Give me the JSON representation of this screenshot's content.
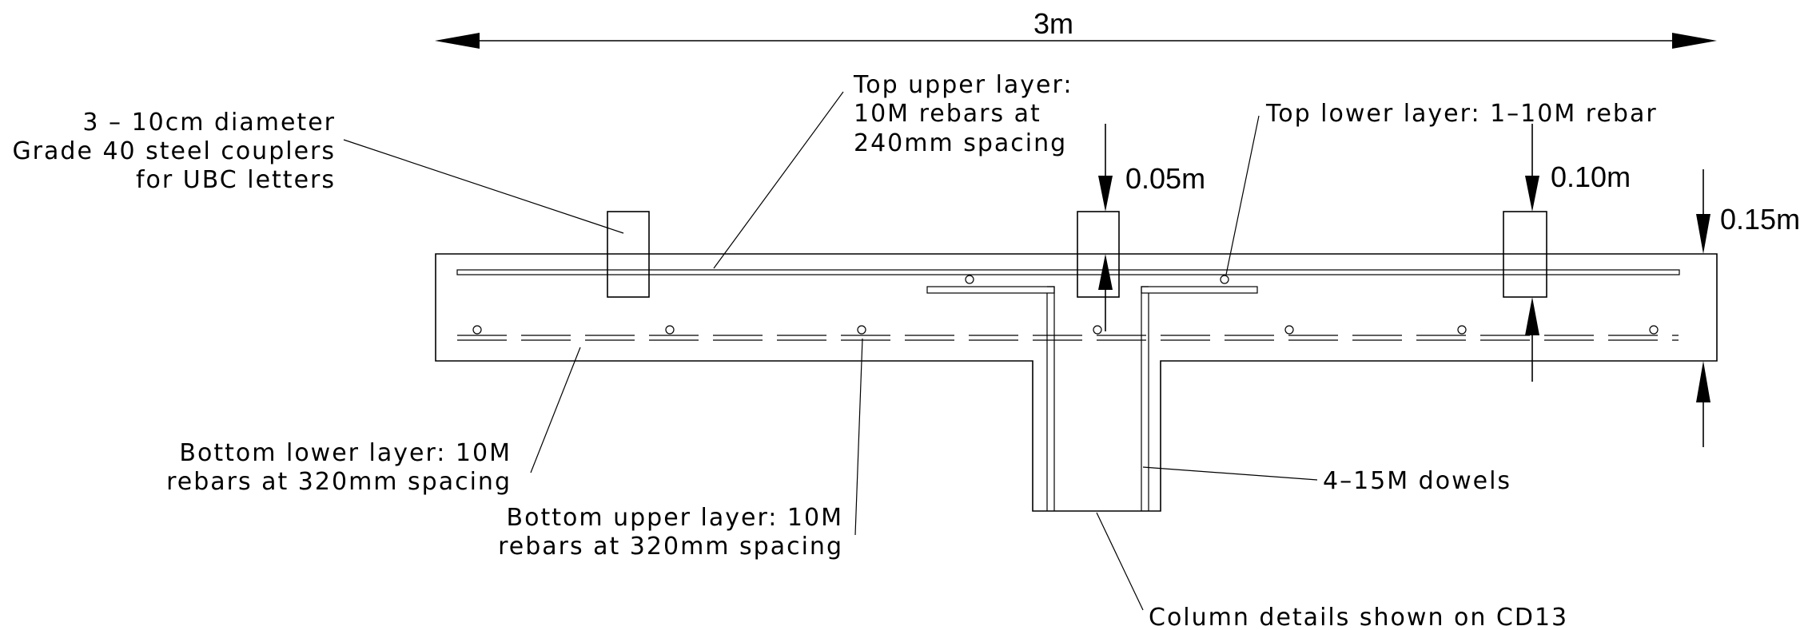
{
  "dimensions": {
    "overall_width": "3m",
    "top_upper_cover": "0.05m",
    "top_lower_cover": "0.10m",
    "slab_thickness": "0.15m"
  },
  "annotations": {
    "couplers": [
      "3 – 10cm diameter",
      "Grade 40 steel couplers",
      "for UBC letters"
    ],
    "top_upper_layer": [
      "Top upper layer:",
      "10M rebars at",
      "240mm spacing"
    ],
    "top_lower_layer": [
      "Top lower layer: 1–10M rebar"
    ],
    "bottom_lower_layer": [
      "Bottom lower layer: 10M",
      "rebars at 320mm spacing"
    ],
    "bottom_upper_layer": [
      "Bottom upper layer: 10M",
      "rebars at 320mm spacing"
    ],
    "dowels": [
      "4–15M dowels"
    ],
    "column": [
      "Column details shown on CD13"
    ]
  }
}
